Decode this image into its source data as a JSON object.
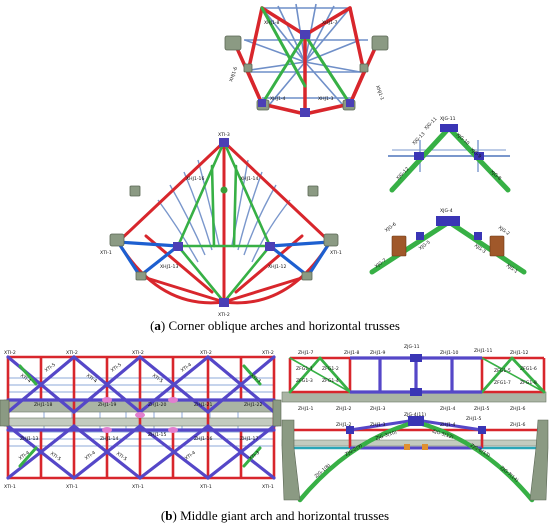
{
  "captions": {
    "a": {
      "letter": "a",
      "text": "Corner oblique arches and horizontal trusses"
    },
    "b": {
      "letter": "b",
      "text": "Middle giant arch and horizontal trusses"
    }
  },
  "labels": {
    "top_fan": [
      "XHJ1-8",
      "XHJ1-7",
      "XHJ1-6",
      "XHJ1-4",
      "XHJ1-3",
      "XHJ1-1"
    ],
    "corner_fan": [
      "XTI-3",
      "XTI-2",
      "XTI-1",
      "XTI-1",
      "XHJ1-16",
      "XHJ1-14",
      "XHJ1-13",
      "XHJ1-12"
    ],
    "oblique_upper": [
      "XJG-11",
      "XJG-10",
      "XJG-9",
      "XJG-8",
      "XJG-13",
      "XJG-12",
      "XJG-11"
    ],
    "oblique_lower": [
      "XJG-6",
      "XJG-5",
      "XJG-4",
      "XJG-3",
      "XJG-2",
      "XJG-1",
      "XJG-7"
    ],
    "plan_top": [
      "XTI-2",
      "XTI-2",
      "XTI-2",
      "XTI-2",
      "XTI-2"
    ],
    "plan_bottom": [
      "XTI-1",
      "XTI-1",
      "XTI-1",
      "XTI-1",
      "XTI-1"
    ],
    "plan_mid": [
      "ZHJ1-18",
      "ZHJ1-19",
      "ZHJ1-20",
      "ZHJ1-21",
      "ZHJ1-22",
      "ZHJ1-13",
      "ZHJ1-14",
      "ZHJ1-15",
      "ZHJ1-16",
      "ZHJ1-17"
    ],
    "plan_diag": [
      "XTI-4",
      "XTI-5",
      "XTI-4",
      "XTI-5",
      "XTI-5",
      "XTI-4",
      "XTI-3",
      "XTI-4",
      "XTI-5",
      "XTI-4",
      "XTI-5",
      "XTI-4",
      "XTI-3"
    ],
    "elev_top": [
      "ZHJ1-7",
      "ZHJ1-8",
      "ZHJ1-9",
      "ZJG-11",
      "ZHJ1-10",
      "ZHJ1-11",
      "ZHJ1-12"
    ],
    "elev_upper_bottom": [
      "ZHJ1-1",
      "ZHJ1-2",
      "ZHJ1-3",
      "ZHJ1-4",
      "ZHJ1-5",
      "ZHJ1-6"
    ],
    "elev_diag": [
      "ZFG1-1",
      "ZFG1-2",
      "ZFG1-3",
      "ZFG1-4",
      "ZFG1-5",
      "ZFG1-6",
      "ZFG1-7",
      "ZFG1-8"
    ],
    "elev_lower": [
      "ZJG-4(11)",
      "ZHJ1-2",
      "ZHJ1-3",
      "ZHJ1-4",
      "ZHJ1-5",
      "ZHJ1-6",
      "ZJG-3(10)",
      "ZJG-2(9)",
      "ZJG-1(8)",
      "ZJG-5(12)",
      "ZJG-6(13)",
      "ZJG-7(14)"
    ]
  }
}
